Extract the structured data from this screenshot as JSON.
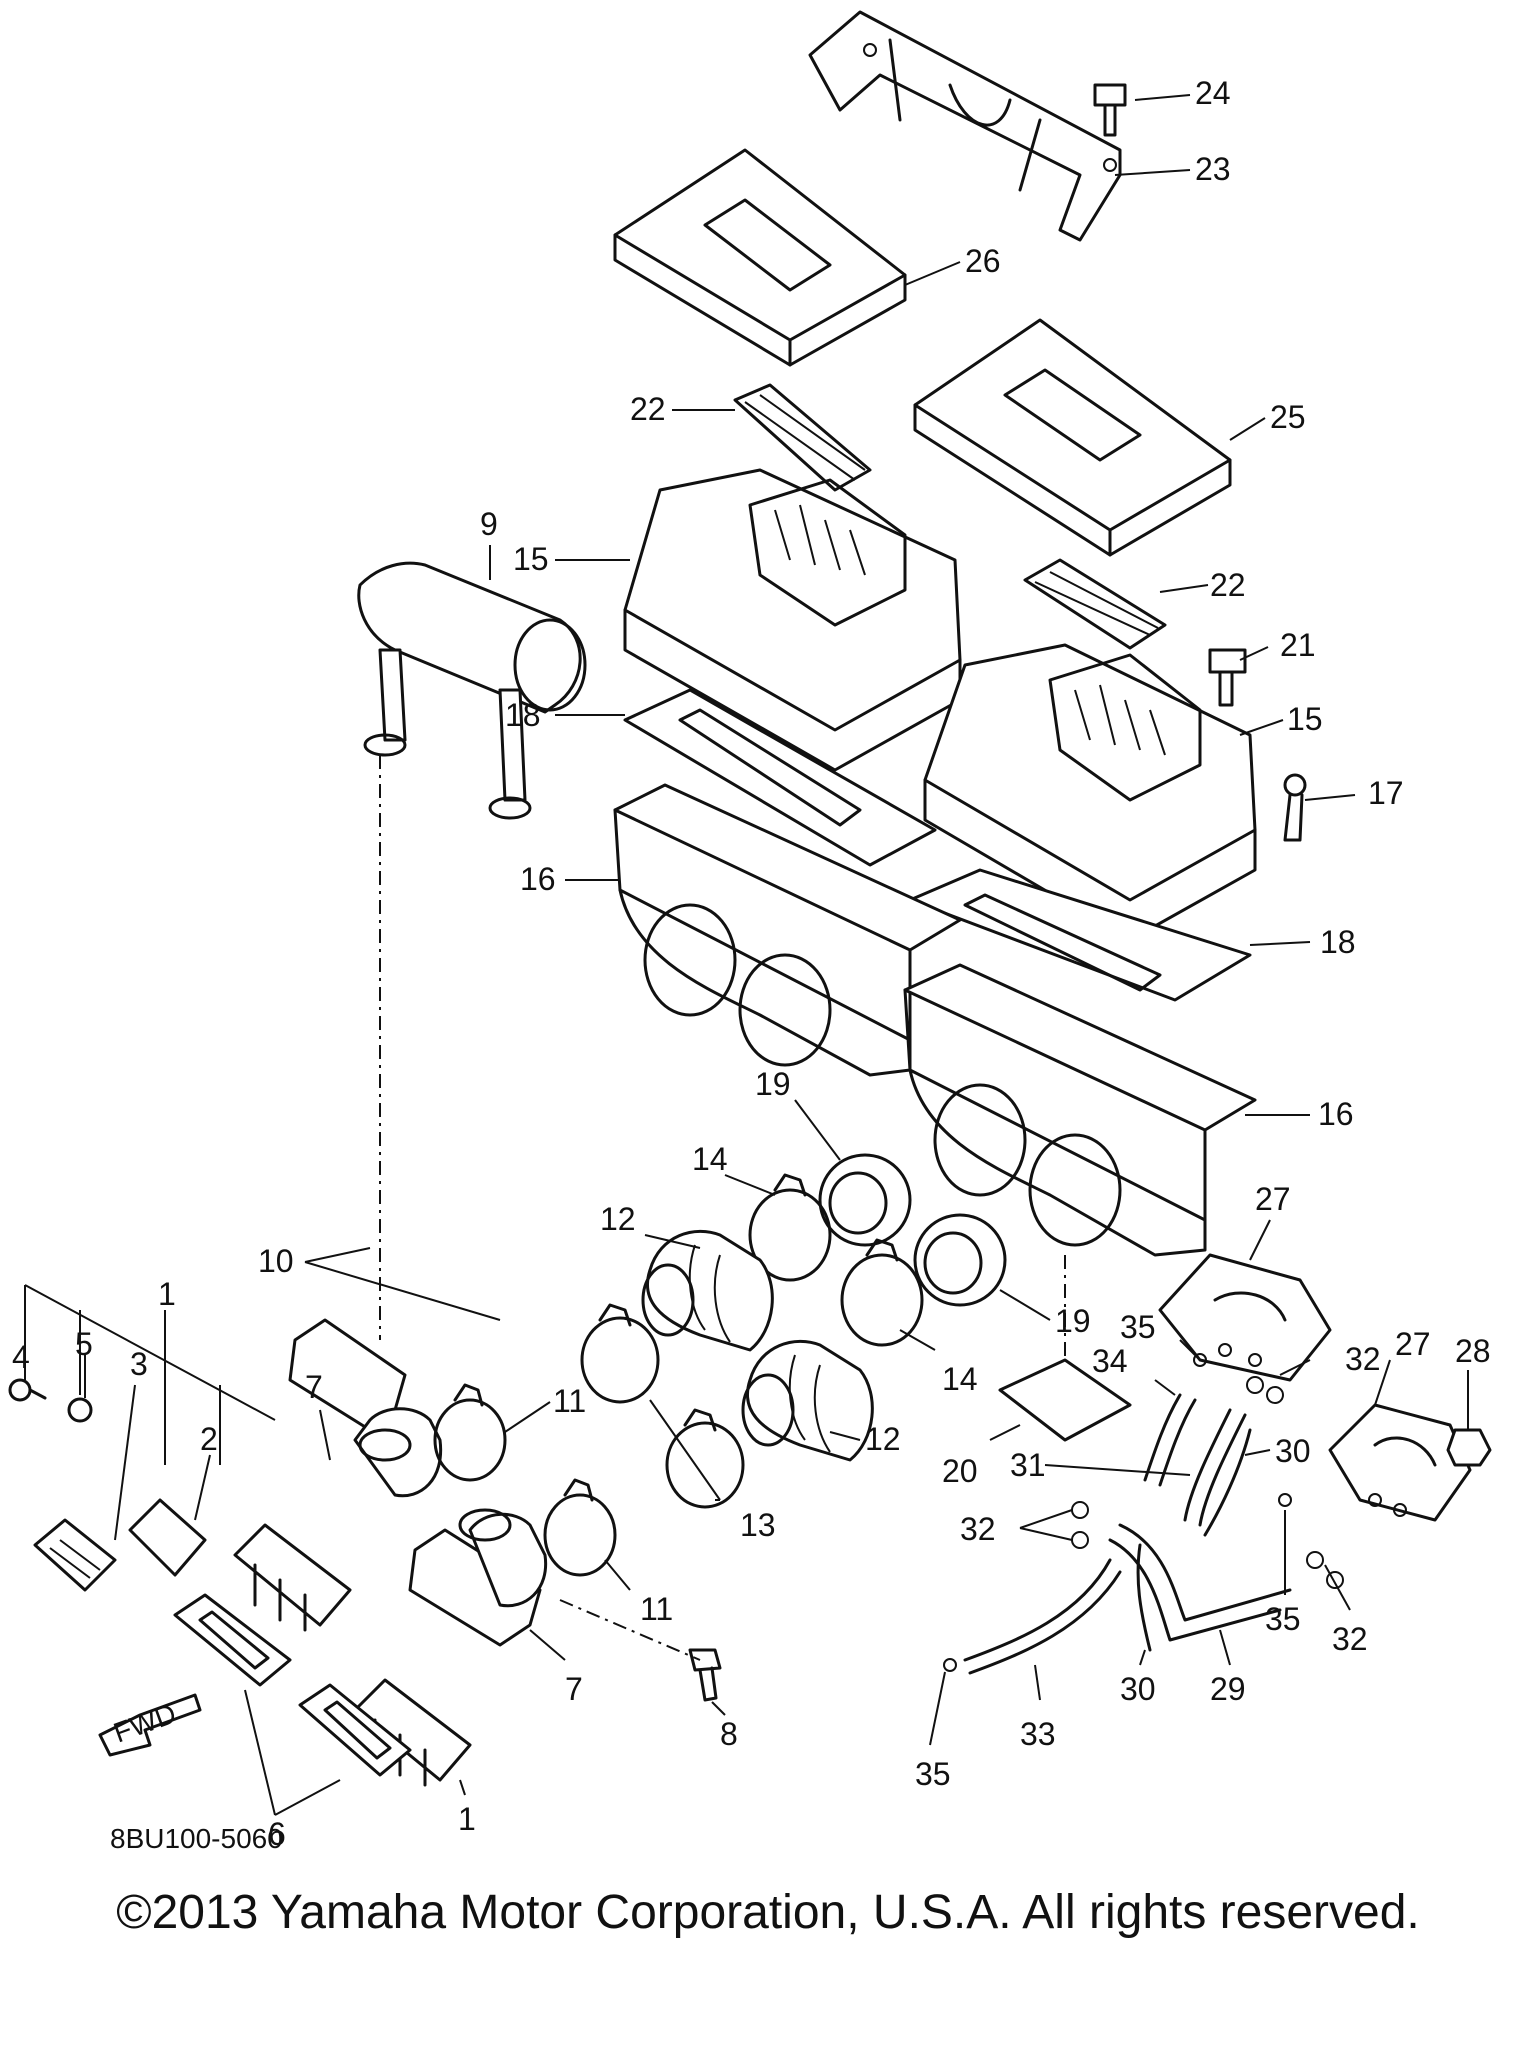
{
  "diagram": {
    "drawing_code": "8BU100-5060",
    "fwd_label": "FWD",
    "callouts": [
      {
        "id": "c24",
        "label": "24"
      },
      {
        "id": "c23",
        "label": "23"
      },
      {
        "id": "c26",
        "label": "26"
      },
      {
        "id": "c22a",
        "label": "22"
      },
      {
        "id": "c25",
        "label": "25"
      },
      {
        "id": "c15a",
        "label": "15"
      },
      {
        "id": "c22b",
        "label": "22"
      },
      {
        "id": "c21",
        "label": "21"
      },
      {
        "id": "c18a",
        "label": "18"
      },
      {
        "id": "c15b",
        "label": "15"
      },
      {
        "id": "c17",
        "label": "17"
      },
      {
        "id": "c16a",
        "label": "16"
      },
      {
        "id": "c18b",
        "label": "18"
      },
      {
        "id": "c9",
        "label": "9"
      },
      {
        "id": "c16b",
        "label": "16"
      },
      {
        "id": "c19a",
        "label": "19"
      },
      {
        "id": "c14a",
        "label": "14"
      },
      {
        "id": "c27a",
        "label": "27"
      },
      {
        "id": "c12a",
        "label": "12"
      },
      {
        "id": "c10",
        "label": "10"
      },
      {
        "id": "c19b",
        "label": "19"
      },
      {
        "id": "c1a",
        "label": "1"
      },
      {
        "id": "c35a",
        "label": "35"
      },
      {
        "id": "c32a",
        "label": "32"
      },
      {
        "id": "c27b",
        "label": "27"
      },
      {
        "id": "c28",
        "label": "28"
      },
      {
        "id": "c4",
        "label": "4"
      },
      {
        "id": "c5",
        "label": "5"
      },
      {
        "id": "c34",
        "label": "34"
      },
      {
        "id": "c14b",
        "label": "14"
      },
      {
        "id": "c3",
        "label": "3"
      },
      {
        "id": "c2",
        "label": "2"
      },
      {
        "id": "c7a",
        "label": "7"
      },
      {
        "id": "c11a",
        "label": "11"
      },
      {
        "id": "c12b",
        "label": "12"
      },
      {
        "id": "c30a",
        "label": "30"
      },
      {
        "id": "c20",
        "label": "20"
      },
      {
        "id": "c31",
        "label": "31"
      },
      {
        "id": "c13",
        "label": "13"
      },
      {
        "id": "c32b",
        "label": "32"
      },
      {
        "id": "c11b",
        "label": "11"
      },
      {
        "id": "c35b",
        "label": "35"
      },
      {
        "id": "c32c",
        "label": "32"
      },
      {
        "id": "c7b",
        "label": "7"
      },
      {
        "id": "c30b",
        "label": "30"
      },
      {
        "id": "c29",
        "label": "29"
      },
      {
        "id": "c8",
        "label": "8"
      },
      {
        "id": "c33",
        "label": "33"
      },
      {
        "id": "c6",
        "label": "6"
      },
      {
        "id": "c1b",
        "label": "1"
      },
      {
        "id": "c35c",
        "label": "35"
      }
    ]
  },
  "copyright": "©2013 Yamaha Motor Corporation, U.S.A. All rights reserved."
}
